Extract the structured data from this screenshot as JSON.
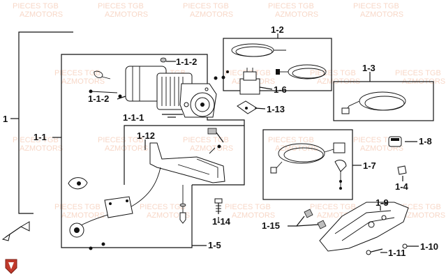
{
  "watermark": {
    "line1": "PIECES TGB",
    "line2": "AZMOTORS"
  },
  "labels": {
    "p1": "1",
    "p1_1": "1-1",
    "p1_1_1": "1-1-1",
    "p1_1_2a": "1-1-2",
    "p1_1_2b": "1-1-2",
    "p1_2": "1-2",
    "p1_3": "1-3",
    "p1_4": "1-4",
    "p1_5": "1-5",
    "p1_6": "1-6",
    "p1_7": "1-7",
    "p1_8": "1-8",
    "p1_9": "1-9",
    "p1_10": "1-10",
    "p1_11": "1-11",
    "p1_12": "1-12",
    "p1_13": "1-13",
    "p1_14": "1-14",
    "p1_15": "1-15"
  },
  "icons": {
    "logo": "shield-logo-icon",
    "arrow": "front-arrow-icon"
  },
  "colors": {
    "watermark": "#f2b79a",
    "logo": "#c0392b"
  }
}
